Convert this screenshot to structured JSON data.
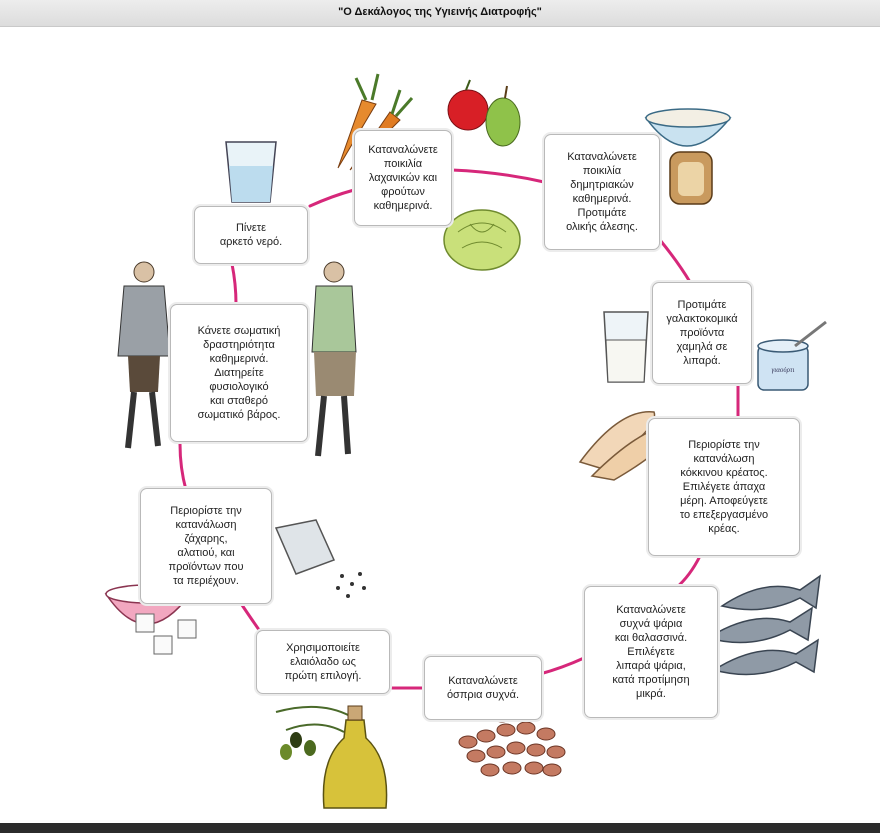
{
  "title": "\"Ο Δεκάλογος της Υγιεινής Διατροφής\"",
  "colors": {
    "connector": "#d6277a",
    "box_border": "#b9b9b9"
  },
  "steps": [
    {
      "text": "Καταναλώνετε\nποικιλία\nλαχανικών και\nφρούτων\nκαθημερινά.",
      "icon": "vegetables-fruits-icon"
    },
    {
      "text": "Καταναλώνετε\nποικιλία\nδημητριακών\nκαθημερινά.\nΠροτιμάτε\nολικής άλεσης.",
      "icon": "cereal-bread-icon"
    },
    {
      "text": "Προτιμάτε\nγαλακτοκομικά\nπροϊόντα\nχαμηλά σε\nλιπαρά.",
      "icon": "dairy-icon",
      "label": "γιαούρτι"
    },
    {
      "text": "Περιορίστε την\nκατανάλωση\nκόκκινου κρέατος.\nΕπιλέγετε άπαχα\nμέρη. Αποφεύγετε\nτο επεξεργασμένο\nκρέας.",
      "icon": "meat-icon"
    },
    {
      "text": "Καταναλώνετε\nσυχνά ψάρια\nκαι θαλασσινά.\nΕπιλέγετε\nλιπαρά ψάρια,\nκατά προτίμηση\nμικρά.",
      "icon": "fish-icon"
    },
    {
      "text": "Καταναλώνετε\nόσπρια συχνά.",
      "icon": "beans-icon"
    },
    {
      "text": "Χρησιμοποιείτε\nελαιόλαδο ως\nπρώτη επιλογή.",
      "icon": "olive-oil-icon"
    },
    {
      "text": "Περιορίστε την\nκατανάλωση\nζάχαρης,\nαλατιού, και\nπροϊόντων που\nτα περιέχουν.",
      "icon": "sugar-salt-icon"
    },
    {
      "text": "Κάνετε σωματική\nδραστηριότητα\nκαθημερινά.\nΔιατηρείτε\nφυσιολογικό\nκαι σταθερό\nσωματικό βάρος.",
      "icon": "runners-icon"
    },
    {
      "text": "Πίνετε\nαρκετό νερό.",
      "icon": "water-glass-icon"
    }
  ]
}
